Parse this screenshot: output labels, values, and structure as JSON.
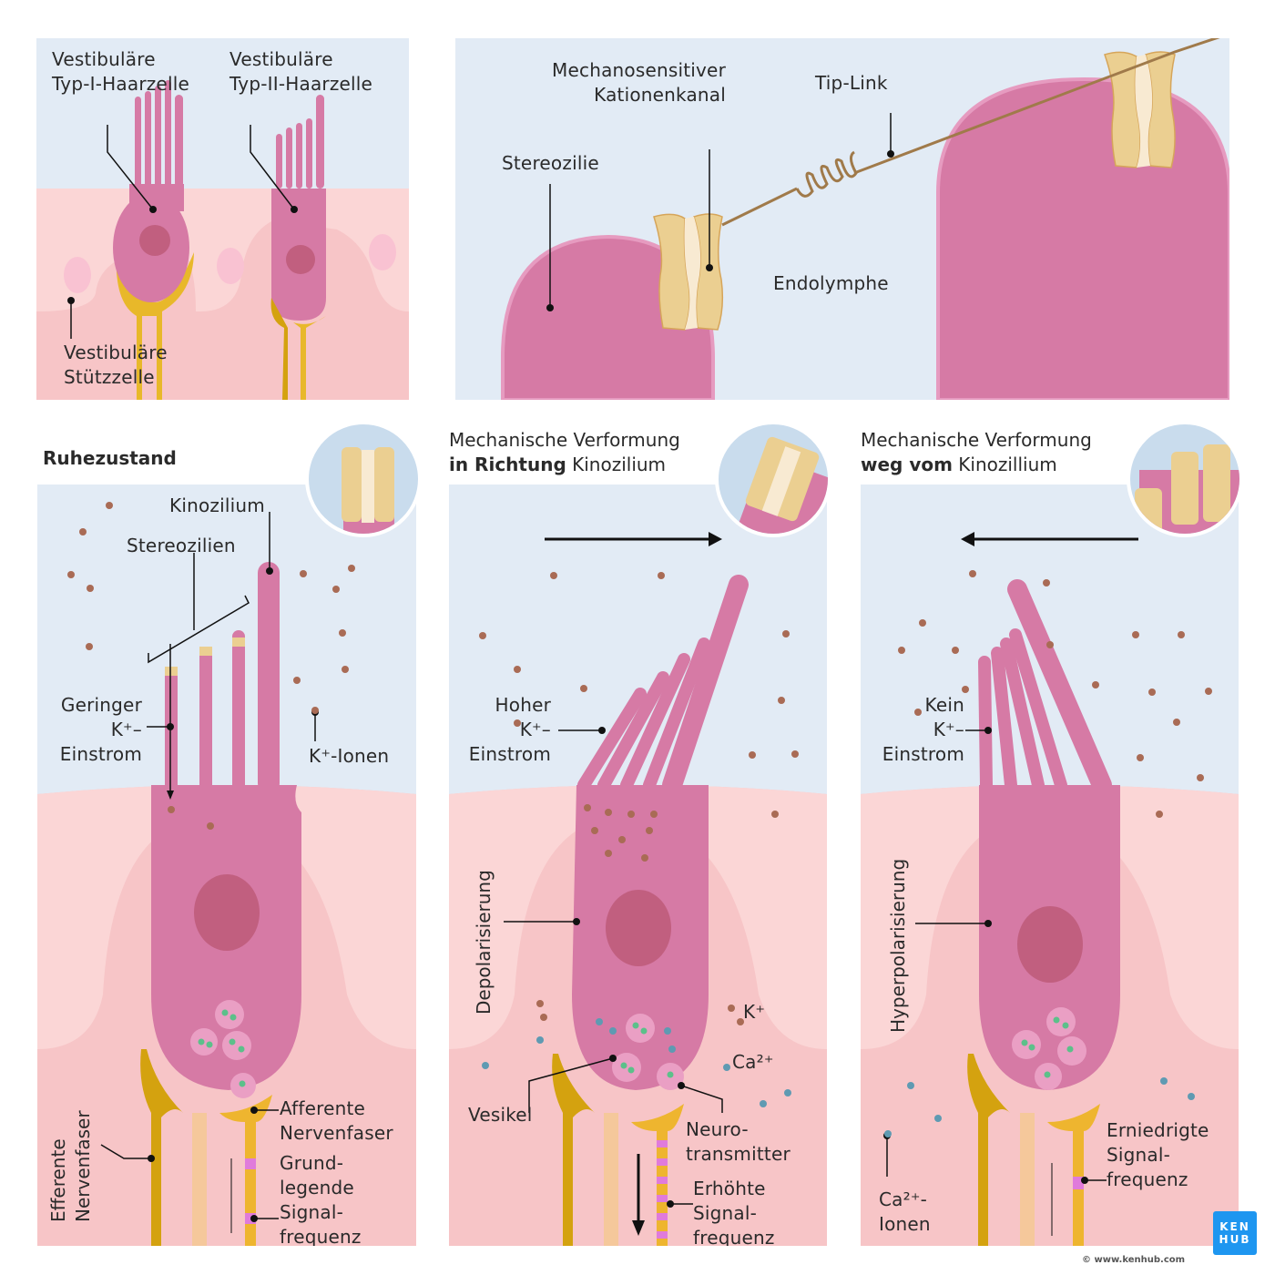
{
  "colors": {
    "endolymph": "#e2ebf5",
    "tissue": "#f7c5c7",
    "tissue_light": "#fbd6d6",
    "cell": "#d67aa5",
    "nucleus": "#c15f7f",
    "channel": "#ebcf91",
    "channel_pore": "#f8ead2",
    "tiplink": "#a07a4a",
    "nerve_efferent": "#d4a20f",
    "nerve_afferent": "#eeb52f",
    "k_ion": "#a96b55",
    "ca_ion": "#5f9ab2",
    "vesicle": "#ea9fc4",
    "neurotransmitter": "#5cc08a",
    "brand": "#1e96f0"
  },
  "panel_types": {
    "type1_label": [
      "Vestibuläre",
      "Typ-I-Haarzelle"
    ],
    "type2_label": [
      "Vestibuläre",
      "Typ-II-Haarzelle"
    ],
    "support_label": [
      "Vestibuläre",
      "Stützzelle"
    ]
  },
  "panel_channel": {
    "channel_label": [
      "Mechanosensitiver",
      "Kationenkanal"
    ],
    "tiplink_label": "Tip-Link",
    "stereocilium_label": "Stereozilie",
    "endolymph_label": "Endolymphe"
  },
  "panel_rest": {
    "title": "Ruhezustand",
    "kinocilium_label": "Kinozilium",
    "stereocilia_label": "Stereozilien",
    "influx_label": [
      "Geringer",
      "K⁺–",
      "Einstrom"
    ],
    "ions_label": "K⁺-Ionen",
    "efferent_label": [
      "Efferente",
      "Nervenfaser"
    ],
    "afferent_label": [
      "Afferente",
      "Nervenfaser"
    ],
    "frequency_label": [
      "Grund-",
      "legende",
      "Signal-",
      "frequenz"
    ]
  },
  "panel_toward": {
    "title_line1": "Mechanische Verformung",
    "title_bold": "in Richtung",
    "title_rest": " Kinozilium",
    "influx_label": [
      "Hoher",
      "K⁺–",
      "Einstrom"
    ],
    "depol_label": "Depolarisierung",
    "k_label": "K⁺",
    "ca_label": "Ca²⁺",
    "vesicle_label": "Vesikel",
    "nt_label": [
      "Neuro-",
      "transmitter"
    ],
    "frequency_label": [
      "Erhöhte",
      "Signal-",
      "frequenz"
    ]
  },
  "panel_away": {
    "title_line1": "Mechanische Verformung",
    "title_bold": "weg vom",
    "title_rest": " Kinozillium",
    "influx_label": [
      "Kein",
      "K⁺–",
      "Einstrom"
    ],
    "hyper_label": "Hyperpolarisierung",
    "ca_ions_label": [
      "Ca²⁺-",
      "Ionen"
    ],
    "frequency_label": [
      "Erniedrigte",
      "Signal-",
      "frequenz"
    ]
  },
  "branding": {
    "logo_line1": "KEN",
    "logo_line2": "HUB",
    "copyright": "© www.kenhub.com"
  }
}
